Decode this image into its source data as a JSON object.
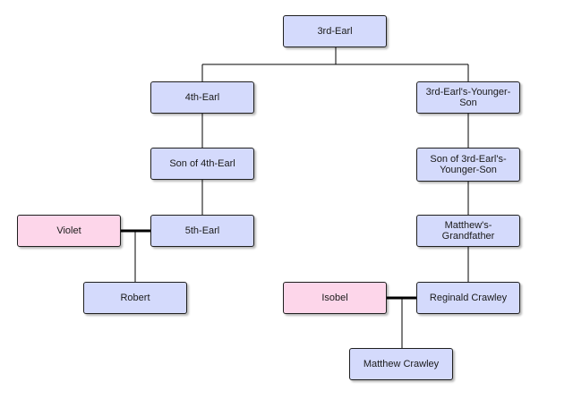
{
  "tree": {
    "earl3": "3rd-Earl",
    "earl4": "4th-Earl",
    "younger_son": "3rd-Earl's-Younger-Son",
    "son_of_earl4": "Son of 4th-Earl",
    "son_of_younger_son": "Son of 3rd-Earl's-Younger-Son",
    "violet": "Violet",
    "earl5": "5th-Earl",
    "matthews_grandfather": "Matthew's-Grandfather",
    "robert": "Robert",
    "isobel": "Isobel",
    "reginald": "Reginald Crawley",
    "matthew": "Matthew Crawley"
  },
  "colors": {
    "male_fill": "#d4dafc",
    "female_fill": "#fdd6ea",
    "border": "#1f1f1f",
    "connector": "#000000"
  }
}
